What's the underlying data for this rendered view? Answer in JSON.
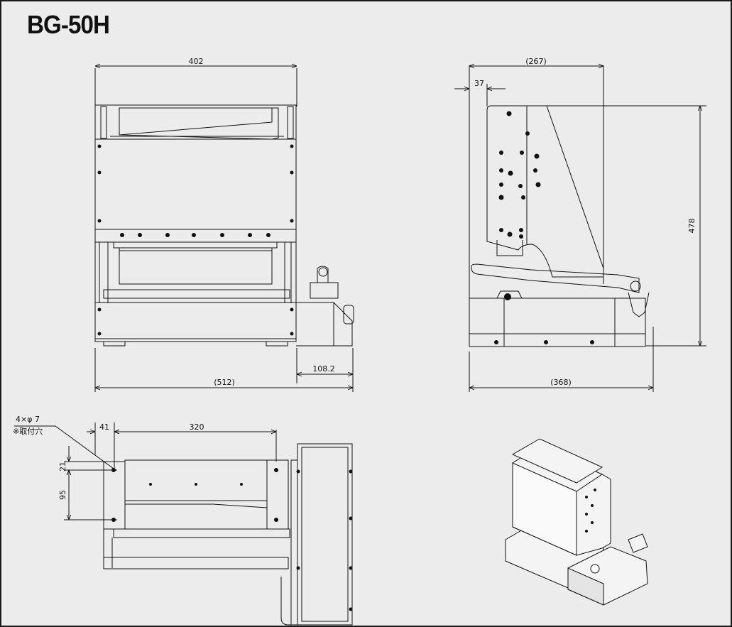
{
  "title": "BG-50H",
  "front_view": {
    "top_width": "402",
    "total_width": "(512)",
    "side_offset": "108.2"
  },
  "side_view": {
    "overall_depth": "(267)",
    "offset": "37",
    "height": "478",
    "base_depth": "(368)"
  },
  "top_view": {
    "hole_note_line1": "4×φ 7",
    "hole_note_line2": "※取付穴",
    "left_offset": "41",
    "hole_span_x": "320",
    "top_offset": "21",
    "hole_span_y": "95"
  },
  "colors": {
    "line": "#111111",
    "paper": "#ececec",
    "frame": "#1a1a1a"
  }
}
